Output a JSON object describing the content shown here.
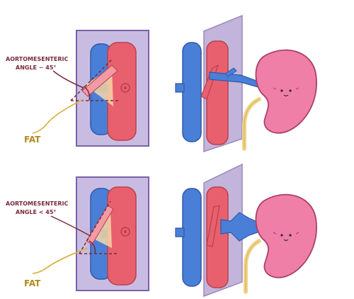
{
  "panels": [
    {
      "angle_label_line1": "AORTOMESENTERIC",
      "angle_label_line2": "ANGLE ~ 45°",
      "fat_label": "FAT"
    },
    {
      "angle_label_line1": "AORTOMESENTERIC",
      "angle_label_line2": "ANGLE < 45°",
      "fat_label": "FAT"
    }
  ],
  "colors": {
    "aorta": "#e8606e",
    "aorta_stroke": "#b8404e",
    "vena_cava": "#4a7fd8",
    "vena_cava_stroke": "#2e58a8",
    "kidney": "#f07fa8",
    "kidney_stroke": "#a84068",
    "plane": "#b09ccf",
    "plane_stroke": "#7a62a6",
    "ureter": "#f0d58a",
    "fat_line": "#d9b34a",
    "label_text": "#7a2a3a",
    "fat_text": "#b08a20",
    "angle_line": "#7a2a3a"
  },
  "icons": {
    "kidney_face": "kidney-face-icon"
  }
}
